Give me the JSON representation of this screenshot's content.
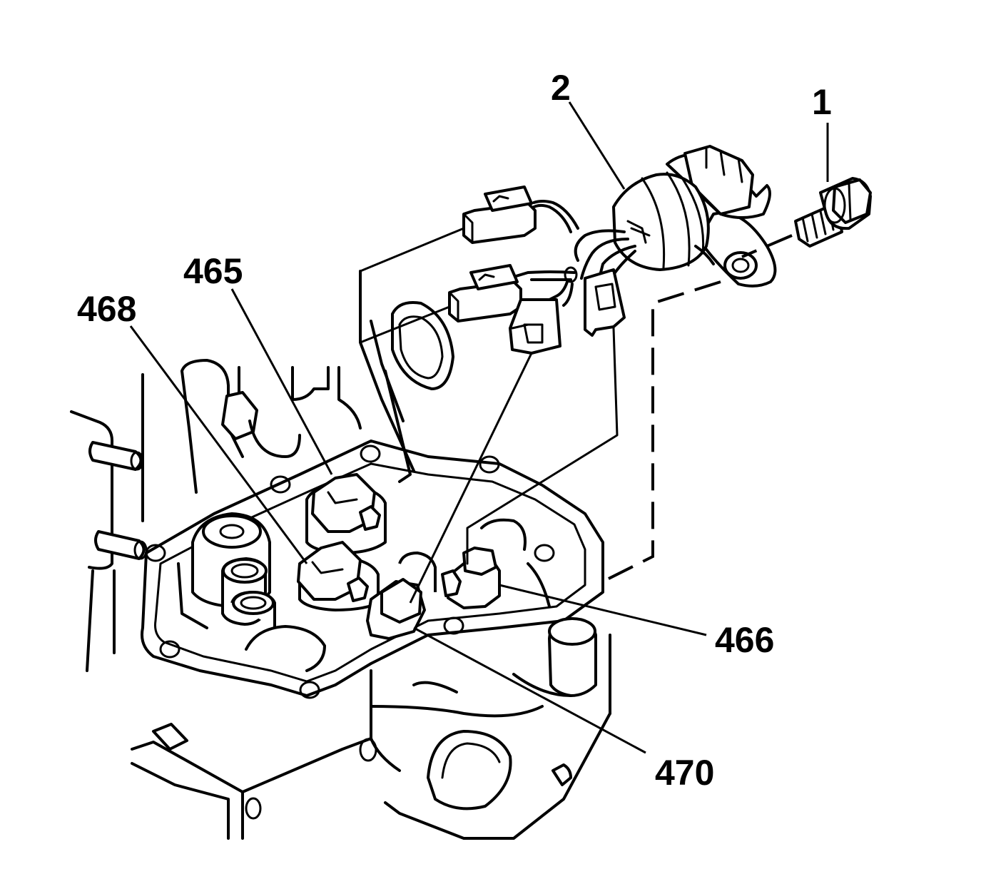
{
  "diagram": {
    "callouts": [
      {
        "id": "1",
        "label": "1"
      },
      {
        "id": "2",
        "label": "2"
      },
      {
        "id": "465",
        "label": "465"
      },
      {
        "id": "468",
        "label": "468"
      },
      {
        "id": "466",
        "label": "466"
      },
      {
        "id": "470",
        "label": "470"
      }
    ]
  }
}
